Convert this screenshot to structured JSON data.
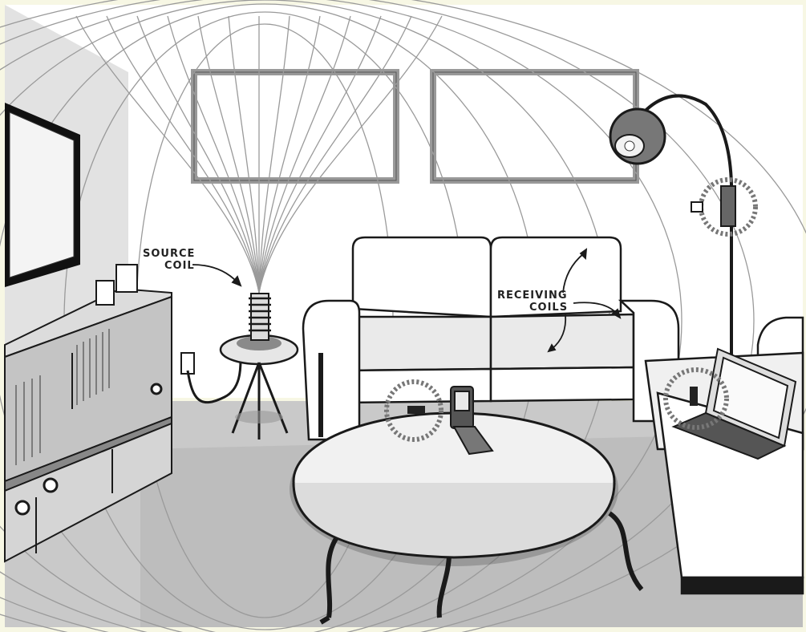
{
  "labels": {
    "source_line1": "SOURCE",
    "source_line2": "COIL",
    "receiving_line1": "RECEIVING",
    "receiving_line2": "COILS"
  },
  "colors": {
    "frame": "#f7f7e4",
    "wall": "#ffffff",
    "floor": "#c8c8c8",
    "ink": "#1a1a1a",
    "shade": "#8a8a8a",
    "field_lines": "#9a9a9a"
  }
}
